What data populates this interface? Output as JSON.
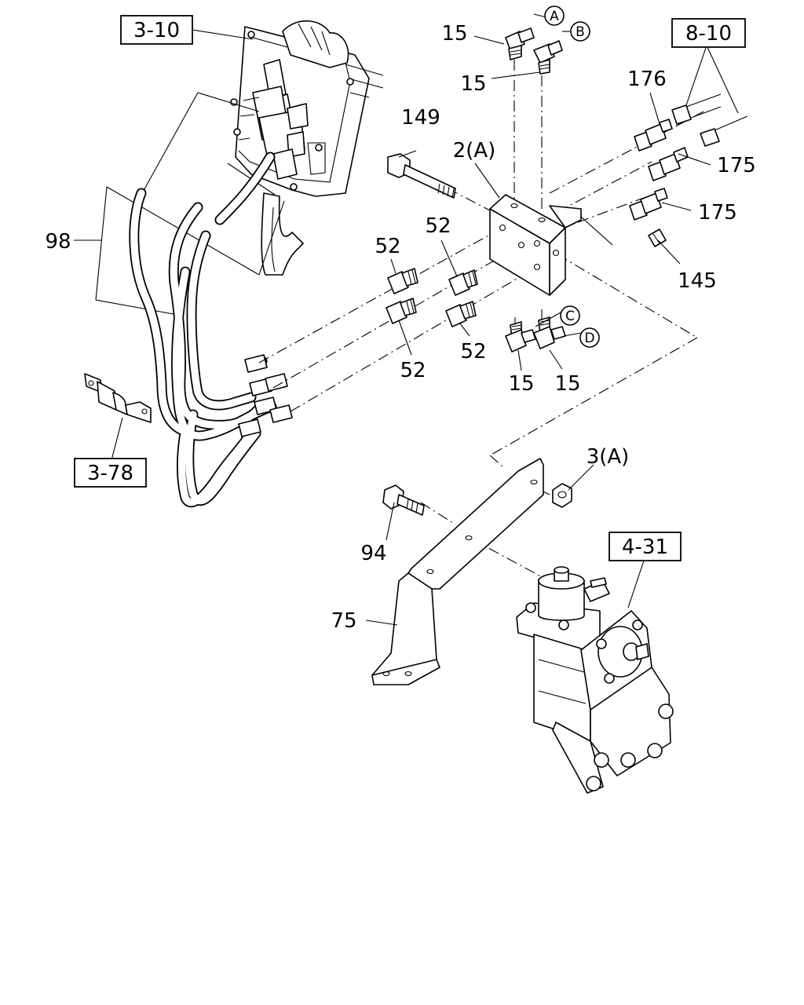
{
  "figure": {
    "references": {
      "ref_3_10": "3-10",
      "ref_8_10": "8-10",
      "ref_3_78": "3-78",
      "ref_4_31": "4-31"
    },
    "callouts": {
      "p15_a": "15",
      "p15_b": "15",
      "p15_c": "15",
      "p15_d": "15",
      "p176": "176",
      "p175_a": "175",
      "p175_b": "175",
      "p145": "145",
      "p149": "149",
      "p2a": "2(A)",
      "p52_a": "52",
      "p52_b": "52",
      "p52_c": "52",
      "p52_d": "52",
      "p98": "98",
      "p3a": "3(A)",
      "p94": "94",
      "p75": "75"
    },
    "connectors": {
      "a": "A",
      "b": "B",
      "c": "C",
      "d": "D"
    }
  }
}
